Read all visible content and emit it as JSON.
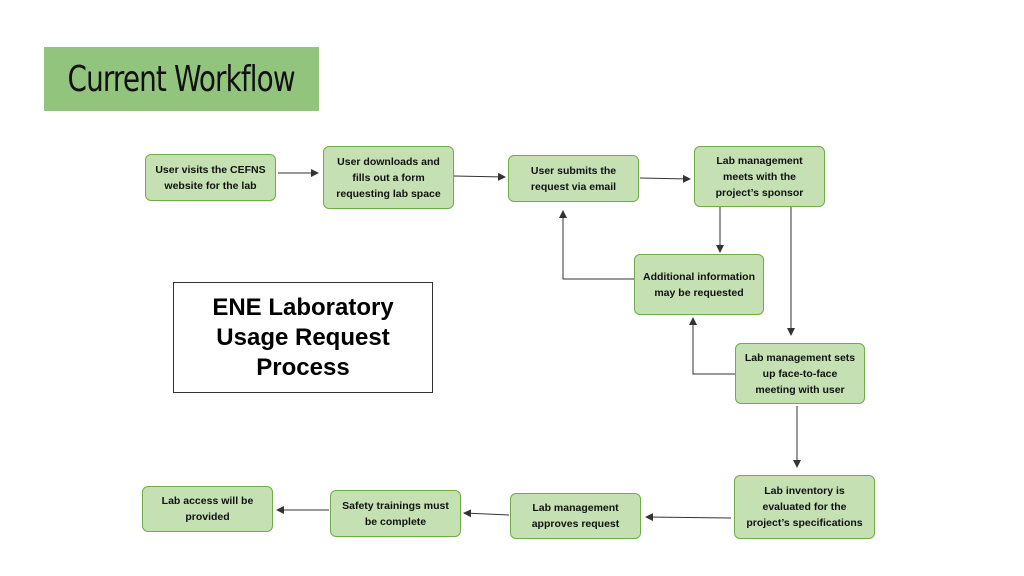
{
  "title": "Current Workflow",
  "process_label": "ENE Laboratory Usage Request Process",
  "colors": {
    "title_bar": "#93c47d",
    "node_fill": "#c5e0b3",
    "node_border": "#70ad47",
    "arrow": "#333333"
  },
  "nodes": {
    "visit_website": "User visits the CEFNS website for the lab",
    "download_form": "User downloads and fills out a form requesting lab space",
    "submit_email": "User submits the request via email",
    "meet_sponsor": "Lab management meets with the project’s sponsor",
    "additional_info": "Additional information may be requested",
    "face_meeting": "Lab management sets up face-to-face meeting with user",
    "inventory_eval": "Lab inventory is evaluated for the project’s specifications",
    "approve_request": "Lab management approves request",
    "safety_training": "Safety trainings must be complete",
    "access_provided": "Lab access will be provided"
  }
}
